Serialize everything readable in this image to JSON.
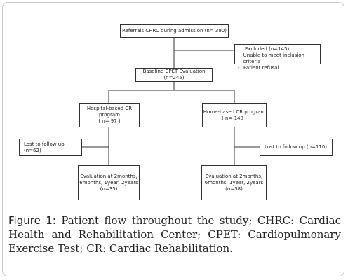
{
  "flowchart": {
    "referrals": "Referrals CHRC during admission (n= 390)",
    "excluded": {
      "title": "Excluded (n=145)",
      "bullet_mark": "-",
      "items": [
        "Unable to meet inclusion criteria",
        "Patient refusal"
      ]
    },
    "baseline": "Baseline CPET Evaluation (n=245)",
    "hospital": {
      "line1": "Hospital-based CR program",
      "line2": "( n= 97 )"
    },
    "home": {
      "line1": "Home-based CR program",
      "line2": "( n= 148 )"
    },
    "lost_hospital": "Lost to follow up (n=62)",
    "lost_home": "Lost to follow up (n=110)",
    "eval_hospital": {
      "line1": "Evaluation at 2months,",
      "line2": "6months, 1year, 2years",
      "line3": "(n=35)"
    },
    "eval_home": {
      "line1": "Evaluation at 2months,",
      "line2": "6months, 1year, 2years",
      "line3": "(n=38)"
    }
  },
  "caption": {
    "label": "Figure 1:",
    "text": " Patient flow throughout the study; CHRC: Cardiac Health and Rehabilitation Center; CPET: Cardiopulmonary Exercise Test; CR: Cardiac Rehabilitation."
  }
}
